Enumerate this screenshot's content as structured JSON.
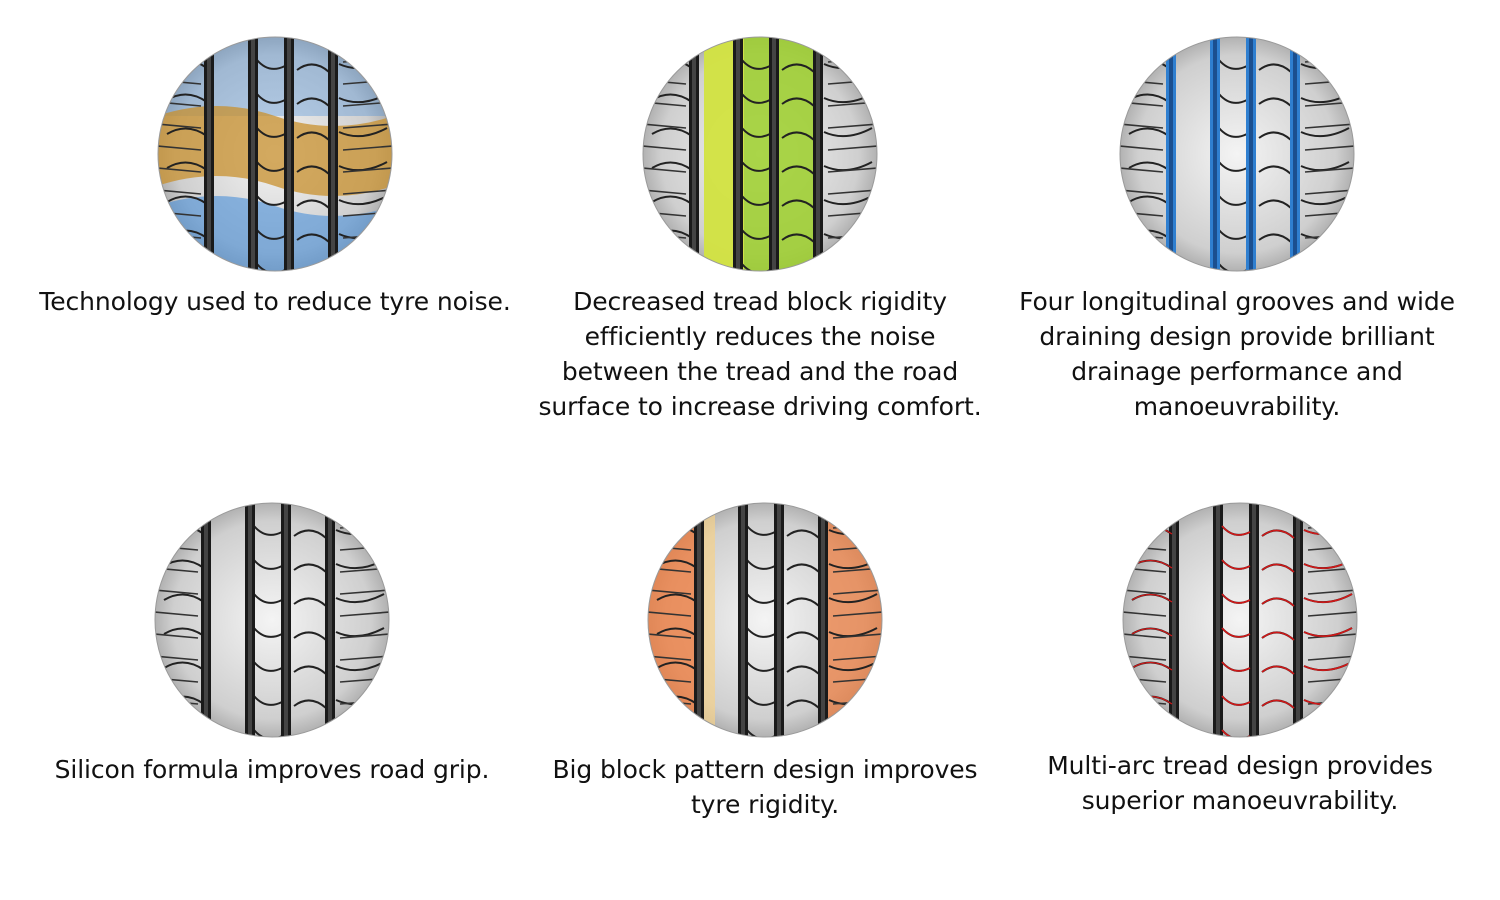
{
  "features": [
    {
      "icon": "tyre-noise-reduction-icon",
      "overlay": "noise-bands",
      "accent": "#4a90d9",
      "accent2": "#c8902e",
      "lines": [
        "Technology used to reduce tyre noise."
      ]
    },
    {
      "icon": "tread-block-rigidity-icon",
      "overlay": "center-green",
      "accent": "#9ccf2a",
      "accent2": "#e6e94a",
      "lines": [
        "Decreased tread block rigidity",
        "efficiently reduces the noise",
        "between the tread and the road",
        "surface to increase driving comfort."
      ]
    },
    {
      "icon": "longitudinal-grooves-icon",
      "overlay": "blue-grooves",
      "accent": "#2f7fd0",
      "accent2": "#2f7fd0",
      "lines": [
        "Four longitudinal grooves and wide",
        "draining design provide brilliant",
        "drainage performance and",
        "manoeuvrability."
      ]
    },
    {
      "icon": "silicon-formula-icon",
      "overlay": "none",
      "accent": "#888888",
      "accent2": "#888888",
      "lines": [
        "Silicon formula improves road grip."
      ]
    },
    {
      "icon": "big-block-pattern-icon",
      "overlay": "orange-shoulders",
      "accent": "#f07a3a",
      "accent2": "#f5d28a",
      "lines": [
        "Big block pattern design improves",
        "tyre rigidity."
      ]
    },
    {
      "icon": "multi-arc-tread-icon",
      "overlay": "red-arcs",
      "accent": "#d01818",
      "accent2": "#d01818",
      "lines": [
        "Multi-arc tread design provides",
        "superior manoeuvrability."
      ]
    }
  ]
}
